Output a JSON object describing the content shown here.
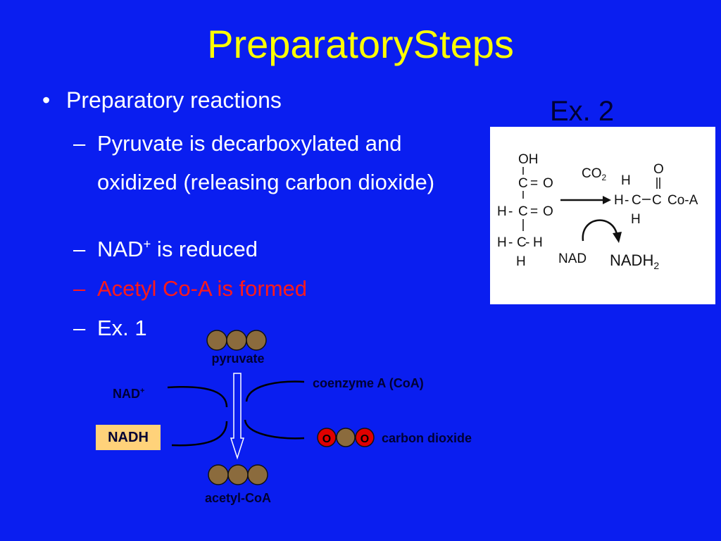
{
  "slide": {
    "title": "PreparatorySteps",
    "bullet": "Preparatory reactions",
    "sub1": "Pyruvate is decarboxylated and oxidized (releasing carbon dioxide)",
    "sub2_main": "NAD",
    "sub2_sup": "+",
    "sub2_rest": " is reduced",
    "sub3": "Acetyl Co-A is formed",
    "sub4": "Ex. 1",
    "dash": "–",
    "dot": "•"
  },
  "ex1": {
    "pyruvate": "pyruvate",
    "coenzyme": "coenzyme A (CoA)",
    "nad": "NAD",
    "nad_sup": "+",
    "nadh": "NADH",
    "atom_o": "O",
    "carbon_dioxide": "carbon dioxide",
    "acetyl": "acetyl-CoA"
  },
  "ex2": {
    "label": "Ex. 2",
    "oh": "OH",
    "c": "C",
    "eq": "=",
    "o": "O",
    "h": "H",
    "dash": "-",
    "co2": "CO",
    "co2_sub": "2",
    "coa": "Co-A",
    "nad": "NAD",
    "nadh": "NADH",
    "nadh_sub": "2"
  },
  "colors": {
    "background": "#0a1ef0",
    "title": "#ffff00",
    "highlight": "#ff1a1a",
    "atom_brown": "#8b6b3d",
    "oxygen_red": "#e00000",
    "nadh_box": "#ffd27a"
  }
}
